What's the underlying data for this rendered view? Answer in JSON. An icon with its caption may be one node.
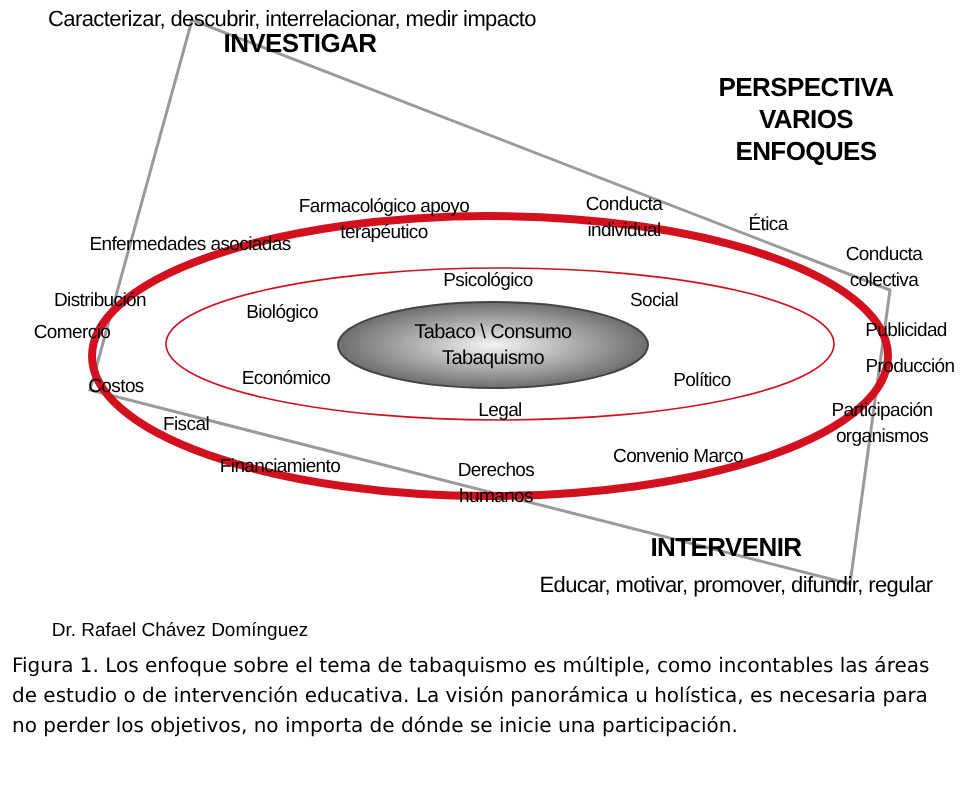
{
  "diagram": {
    "nodes": [
      {
        "text": [
          "Tabaco \\ Consumo Tabaquismo"
        ]
      }
    ],
    "labels": [
      "Caracterizar, descubrir, interrelacionar, medir impacto",
      "INVESTIGAR",
      "PERSPECTIVA VARIOS ENFOQUES",
      "Farmacológico apoyo terapéutico",
      "Conducta individual",
      "Ética",
      "Enfermedades asociadas",
      "Conducta colectiva",
      "Psicológico",
      "Distribución",
      "Social",
      "Biológico",
      "Comercio",
      "Publicidad",
      "Producción",
      "Costos",
      "Económico",
      "Político",
      "Participación organismos",
      "Legal",
      "Fiscal",
      "Convenio Marco",
      "Financiamiento",
      "Derechos humanos",
      "INTERVENIR",
      "Educar, motivar, promover, difundir, regular",
      "Dr. Rafael Chávez Domínguez"
    ],
    "caption": "Figura 1. Los enfoque sobre el tema de tabaquismo es múltiple, como incontables las áreas de estudio o de intervención educativa. La visión panorámica u holística, es necesaria para no perder los objetivos, no importa de dónde se inicie una participación."
  }
}
